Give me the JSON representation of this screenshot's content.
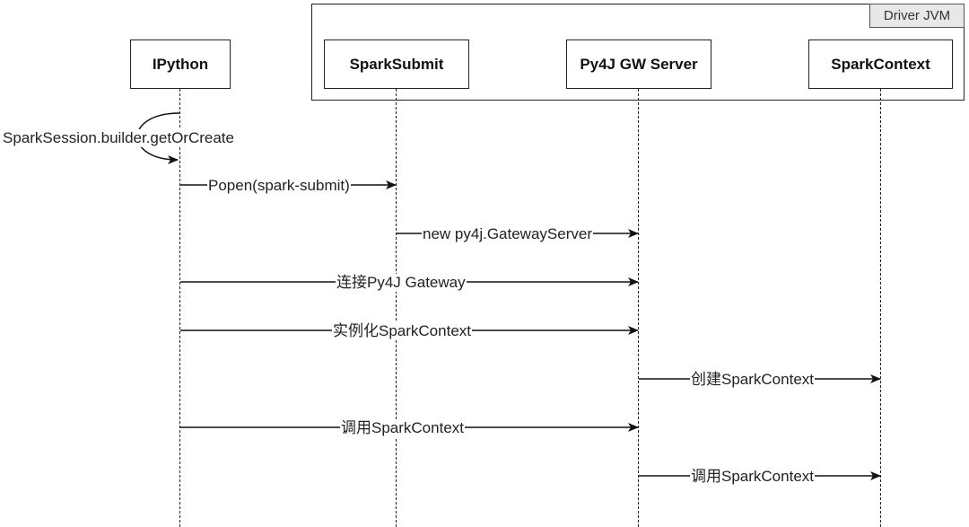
{
  "frame": {
    "label": "Driver JVM"
  },
  "participants": [
    {
      "id": "ipython",
      "label": "IPython"
    },
    {
      "id": "sparksubmit",
      "label": "SparkSubmit"
    },
    {
      "id": "py4j",
      "label": "Py4J GW Server"
    },
    {
      "id": "sparkcontext",
      "label": "SparkContext"
    }
  ],
  "messages": [
    {
      "from": "ipython",
      "to": "ipython",
      "label": "SparkSession.builder.getOrCreate"
    },
    {
      "from": "ipython",
      "to": "sparksubmit",
      "label": "Popen(spark-submit)"
    },
    {
      "from": "sparksubmit",
      "to": "py4j",
      "label": "new py4j.GatewayServer"
    },
    {
      "from": "ipython",
      "to": "py4j",
      "label": "连接Py4J Gateway"
    },
    {
      "from": "ipython",
      "to": "py4j",
      "label": "实例化SparkContext"
    },
    {
      "from": "py4j",
      "to": "sparkcontext",
      "label": "创建SparkContext"
    },
    {
      "from": "ipython",
      "to": "py4j",
      "label": "调用SparkContext"
    },
    {
      "from": "py4j",
      "to": "sparkcontext",
      "label": "调用SparkContext"
    }
  ]
}
